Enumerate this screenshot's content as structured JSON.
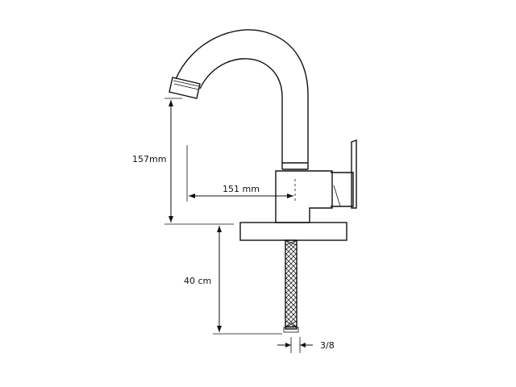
{
  "dimensions": {
    "spout_height": "157mm",
    "spout_reach": "151 mm",
    "hose_length": "40 cm",
    "connection": "3/8"
  },
  "colors": {
    "stroke": "#111111",
    "background": "#ffffff"
  }
}
